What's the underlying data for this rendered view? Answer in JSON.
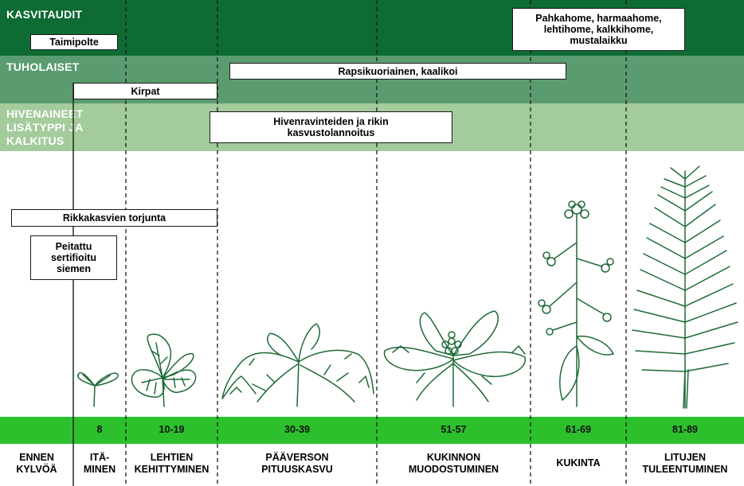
{
  "colors": {
    "dark_green": "#0e6b34",
    "mid_green": "#5a9c70",
    "light_green": "#a3cb9c",
    "stage_bar": "#2dc02d",
    "plant_line": "#1e6a36"
  },
  "bands": {
    "kasvitaudit": {
      "title": "KASVITAUDIT"
    },
    "tuholaiset": {
      "title": "TUHOLAISET"
    },
    "hivenaineet": {
      "title": "HIVENAINEET\nLISÄTYPPI JA\nKALKITUS"
    }
  },
  "boxes": {
    "taimipolte": "Taimipolte",
    "pahkahome": "Pahkahome, harmaahome,\nlehtihome, kalkkihome,\nmustalaikku",
    "rapsikuoriainen": "Rapsikuoriainen, kaalikoi",
    "kirpat": "Kirpat",
    "hivenravinteet": "Hivenravinteiden ja rikin\nkasvustolannoitus",
    "rikkakasvien": "Rikkakasvien torjunta",
    "peitattu": "Peitattu\nsertifioitu\nsiemen"
  },
  "stages": [
    {
      "code": "",
      "name": "ENNEN\nKYLVÖÄ"
    },
    {
      "code": "8",
      "name": "ITÄ-\nMINEN"
    },
    {
      "code": "10-19",
      "name": "LEHTIEN\nKEHITTYMINEN"
    },
    {
      "code": "30-39",
      "name": "PÄÄVERSON\nPITUUSKASVU"
    },
    {
      "code": "51-57",
      "name": "KUKINNON\nMUODOSTUMINEN"
    },
    {
      "code": "61-69",
      "name": "KUKINTA"
    },
    {
      "code": "81-89",
      "name": "LITUJEN\nTULEENTUMINEN"
    }
  ],
  "plants": [
    {
      "icon": "seedling-illustration"
    },
    {
      "icon": "leaf-rosette-illustration"
    },
    {
      "icon": "stem-elongation-illustration"
    },
    {
      "icon": "bud-formation-illustration"
    },
    {
      "icon": "flowering-illustration"
    },
    {
      "icon": "pod-ripening-illustration"
    }
  ]
}
